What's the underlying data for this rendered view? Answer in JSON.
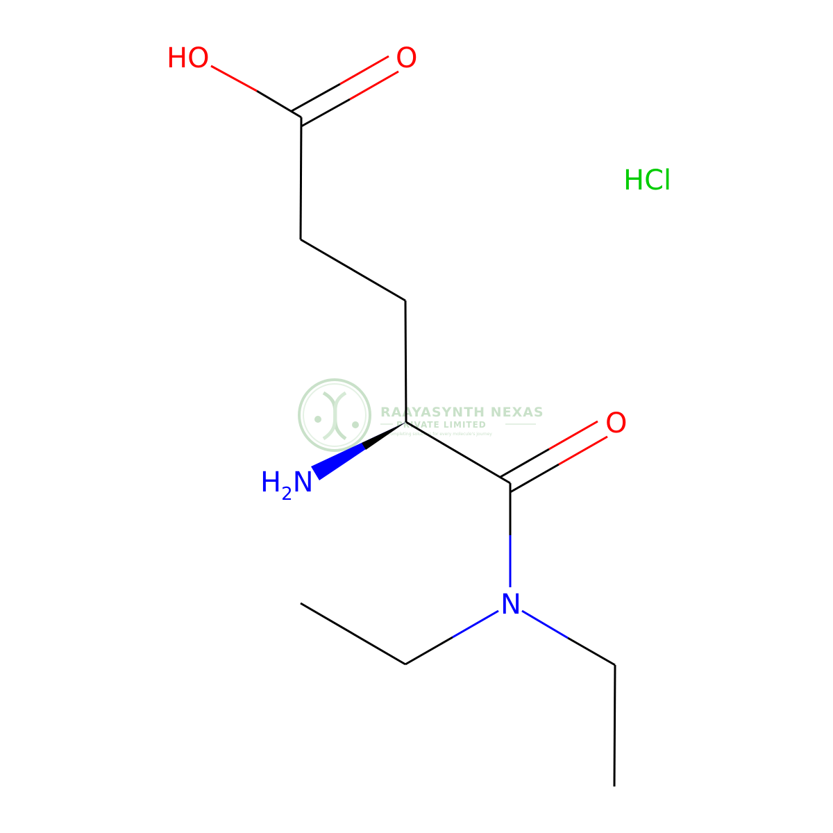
{
  "molecule": {
    "atoms": {
      "hydroxyl": "HO",
      "carboxyl_oxygen": "O",
      "amide_oxygen": "O",
      "amine_h": "H",
      "amine_sub": "2",
      "amine_n": "N",
      "amide_nitrogen": "N",
      "salt": "HCl"
    }
  },
  "watermark": {
    "company_name": "RAAYASYNTH NEXAS",
    "company_type": "PRIVATE LIMITED",
    "tagline": "Completing solutions for every molecule's journey"
  },
  "colors": {
    "bond": "#000000",
    "oxygen": "#ff0000",
    "nitrogen": "#0000ff",
    "chlorine": "#00cc00",
    "watermark": "#9ec99e"
  }
}
